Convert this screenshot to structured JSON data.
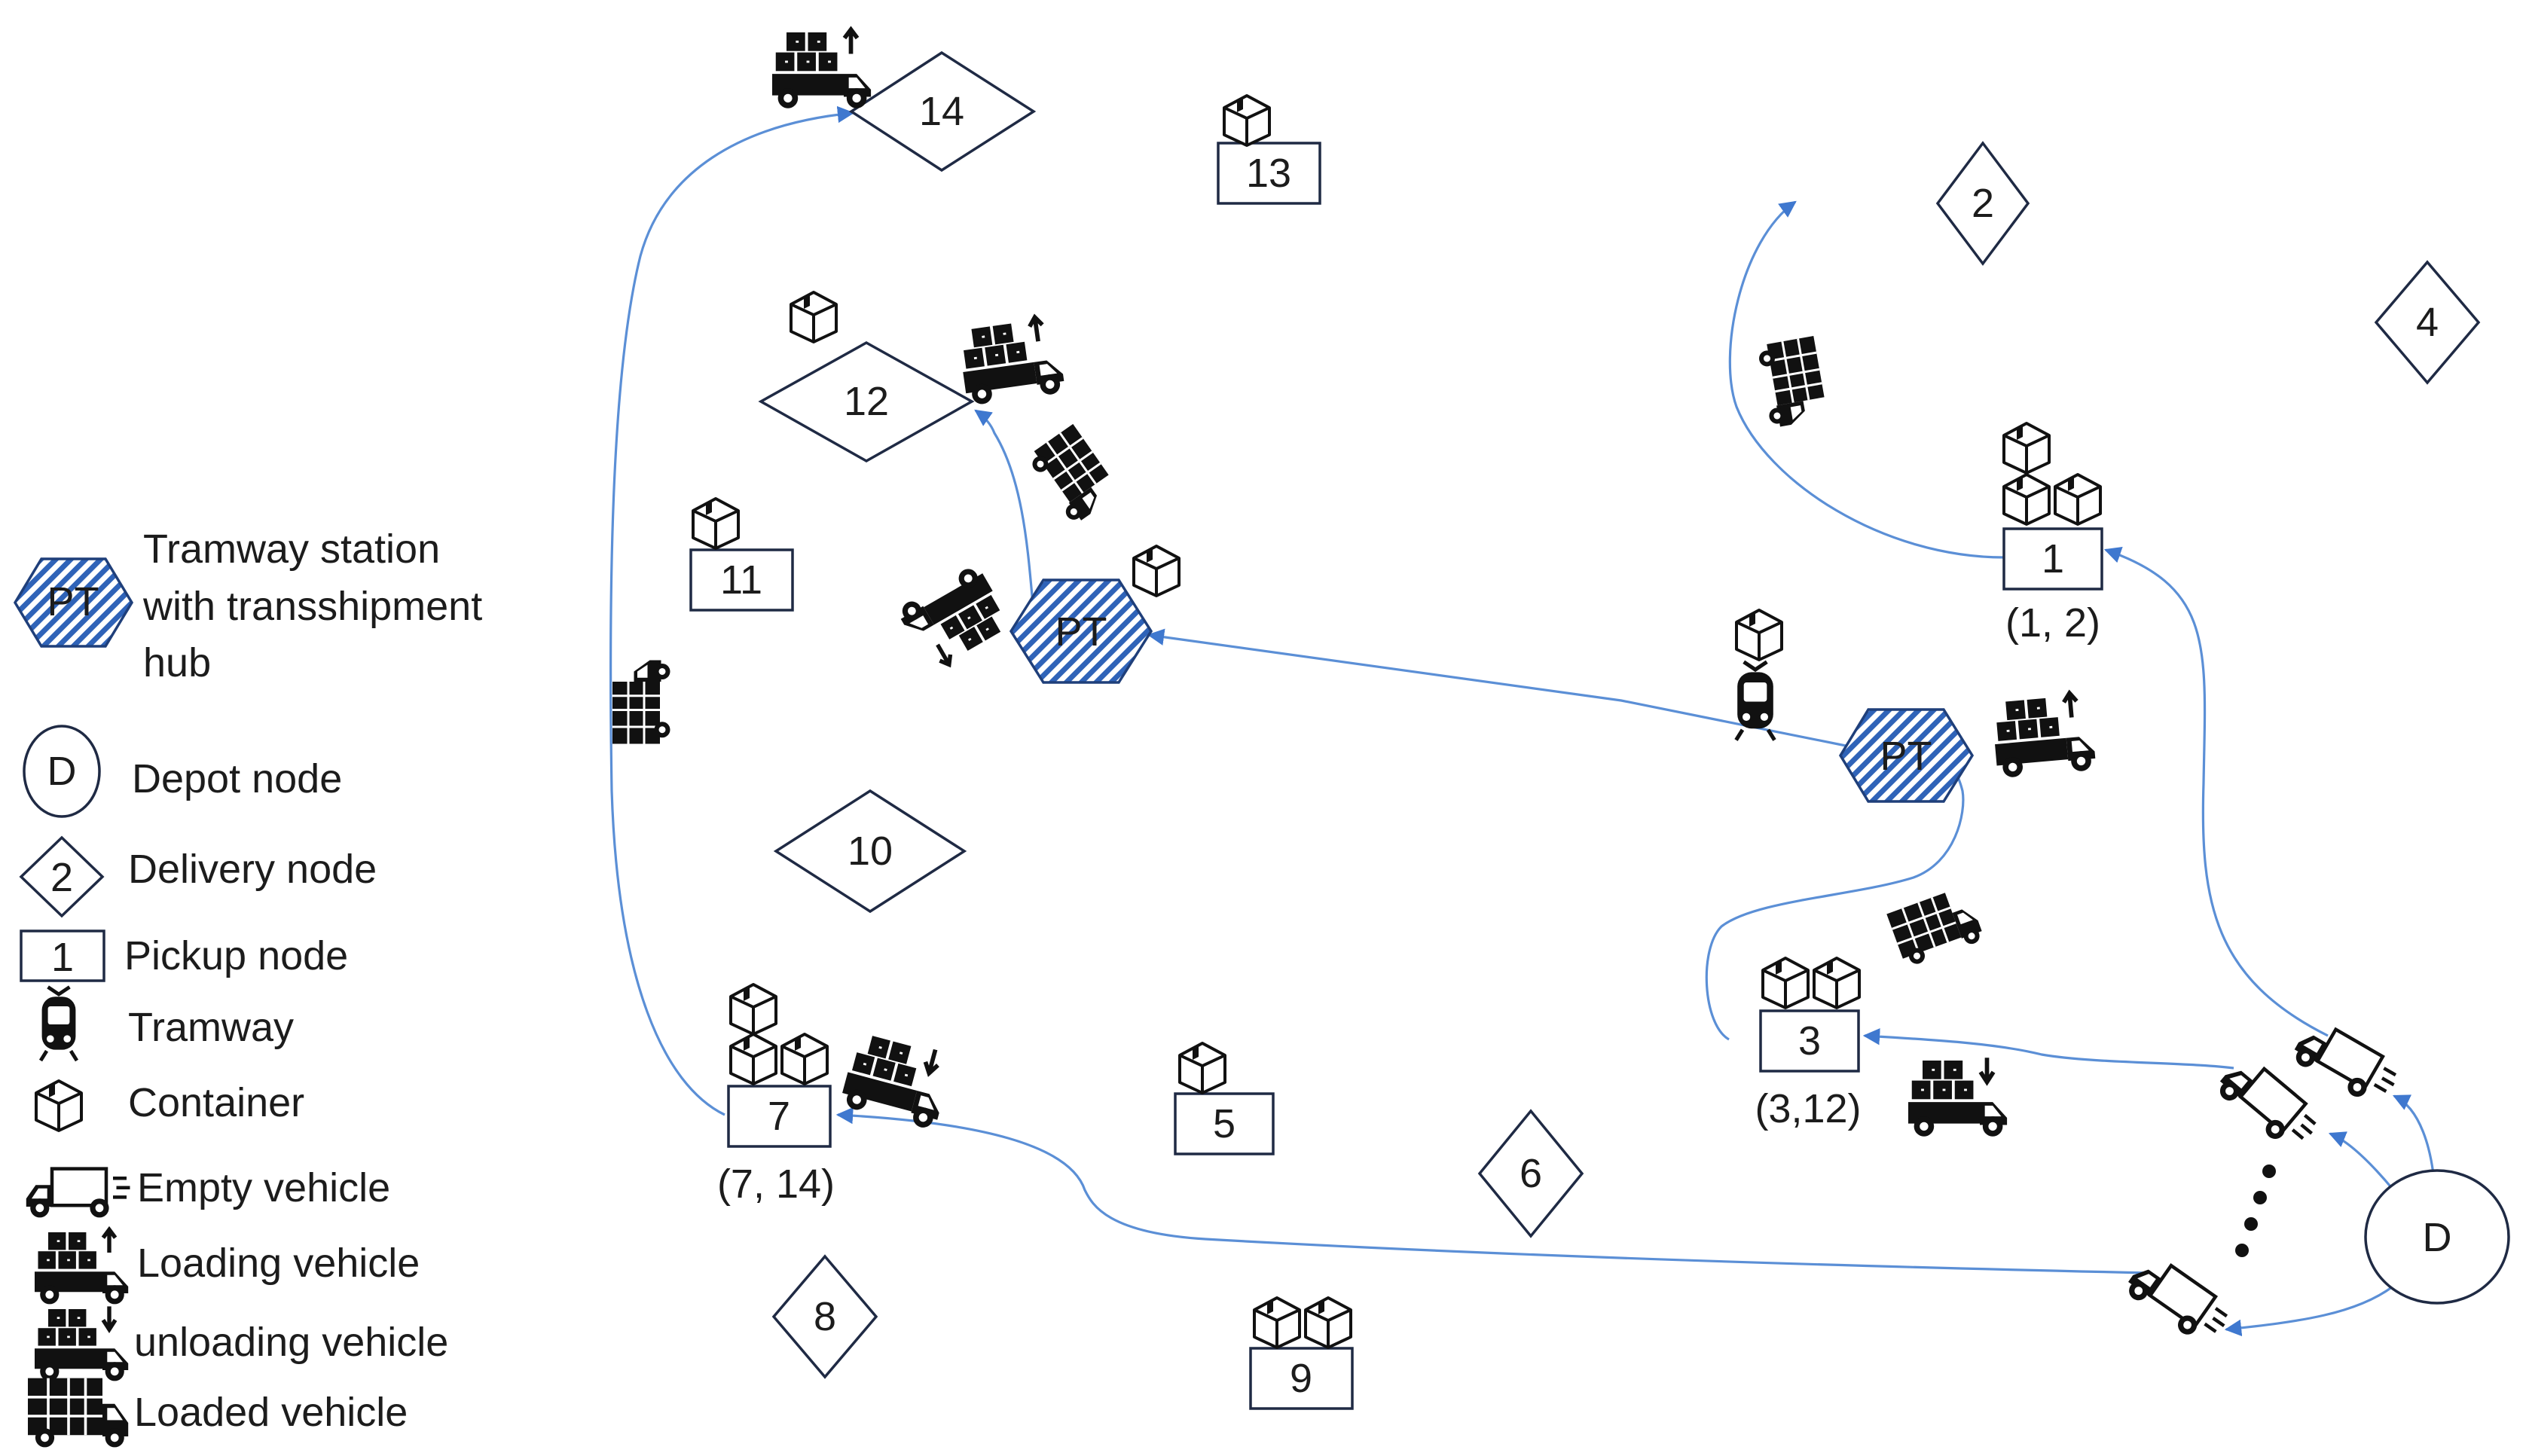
{
  "legend": {
    "pt_symbol": "PT",
    "pt_line1": "Tramway station",
    "pt_line2": "with transshipment",
    "pt_line3": "hub",
    "depot_symbol": "D",
    "depot_label": "Depot node",
    "delivery_symbol": "2",
    "delivery_label": "Delivery node",
    "pickup_symbol": "1",
    "pickup_label": "Pickup node",
    "tramway_label": "Tramway",
    "container_label": "Container",
    "empty_label": "Empty vehicle",
    "loading_label": "Loading vehicle",
    "unloading_label": "unloading vehicle",
    "loaded_label": "Loaded vehicle"
  },
  "nodes": {
    "pickup": [
      "1",
      "3",
      "5",
      "7",
      "9",
      "11",
      "13"
    ],
    "delivery": [
      "2",
      "4",
      "6",
      "8",
      "10",
      "12",
      "14"
    ],
    "depot": "D",
    "pt": "PT"
  },
  "pairs": {
    "p1": "(1, 2)",
    "p3": "(3,12)",
    "p7": "(7, 14)"
  },
  "colors": {
    "edge": "#5b8fd6",
    "hatch": "#2f63b8",
    "outline": "#1f2a44"
  },
  "icons": [
    "container-icon",
    "tramway-icon",
    "empty-vehicle-icon",
    "loading-vehicle-icon",
    "unloading-vehicle-icon",
    "loaded-vehicle-icon",
    "ellipsis-dots"
  ]
}
